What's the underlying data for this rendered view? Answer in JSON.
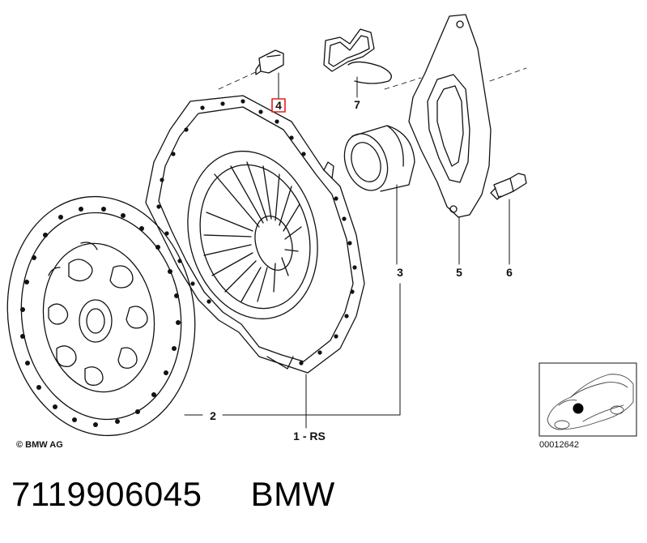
{
  "diagram": {
    "callouts": [
      {
        "id": "1",
        "text": "1 - RS"
      },
      {
        "id": "2",
        "text": "2"
      },
      {
        "id": "3",
        "text": "3"
      },
      {
        "id": "4",
        "text": "4",
        "highlighted": true
      },
      {
        "id": "5",
        "text": "5"
      },
      {
        "id": "6",
        "text": "6"
      },
      {
        "id": "7",
        "text": "7"
      }
    ],
    "copyright": "© BMW AG",
    "drawing_number": "00012642",
    "highlight_color": "#e02020"
  },
  "caption": {
    "part_number": "7119906045",
    "brand": "BMW"
  }
}
